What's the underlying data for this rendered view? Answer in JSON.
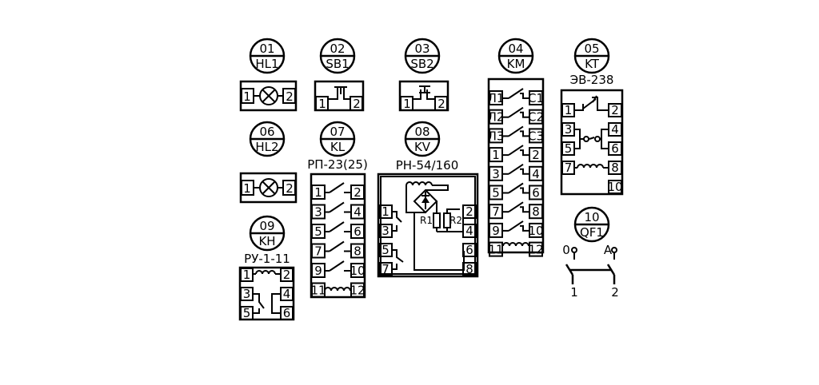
{
  "components": [
    {
      "id": "c01",
      "num": "01",
      "ref": "HL1",
      "pins": [
        "1",
        "2"
      ]
    },
    {
      "id": "c02",
      "num": "02",
      "ref": "SB1",
      "pins": [
        "1",
        "2"
      ]
    },
    {
      "id": "c03",
      "num": "03",
      "ref": "SB2",
      "pins": [
        "1",
        "2"
      ]
    },
    {
      "id": "c04",
      "num": "04",
      "ref": "KM",
      "left_pins": [
        "Л1",
        "Л2",
        "Л3",
        "1",
        "3",
        "5",
        "7",
        "9",
        "11"
      ],
      "right_pins": [
        "С1",
        "С2",
        "С3",
        "2",
        "4",
        "6",
        "8",
        "10",
        "12"
      ]
    },
    {
      "id": "c05",
      "num": "05",
      "ref": "KT",
      "type": "ЭВ-238",
      "left_pins": [
        "1",
        "3",
        "5",
        "7"
      ],
      "right_pins": [
        "2",
        "4",
        "6",
        "8",
        "10"
      ]
    },
    {
      "id": "c06",
      "num": "06",
      "ref": "HL2",
      "pins": [
        "1",
        "2"
      ]
    },
    {
      "id": "c07",
      "num": "07",
      "ref": "KL",
      "type": "РП-23(25)",
      "left_pins": [
        "1",
        "3",
        "5",
        "7",
        "9",
        "11"
      ],
      "right_pins": [
        "2",
        "4",
        "6",
        "8",
        "10",
        "12"
      ]
    },
    {
      "id": "c08",
      "num": "08",
      "ref": "KV",
      "type": "РН-54/160",
      "left_pins": [
        "1",
        "3",
        "5",
        "7"
      ],
      "right_pins": [
        "2",
        "4",
        "6",
        "8"
      ],
      "r1": "R1",
      "r2": "R2"
    },
    {
      "id": "c09",
      "num": "09",
      "ref": "KH",
      "type": "РУ-1-11",
      "left_pins": [
        "1",
        "3",
        "5"
      ],
      "right_pins": [
        "2",
        "4",
        "6"
      ]
    },
    {
      "id": "c10",
      "num": "10",
      "ref": "QF1",
      "pos_off": "0",
      "pos_on": "A",
      "pins": [
        "1",
        "2"
      ]
    }
  ]
}
